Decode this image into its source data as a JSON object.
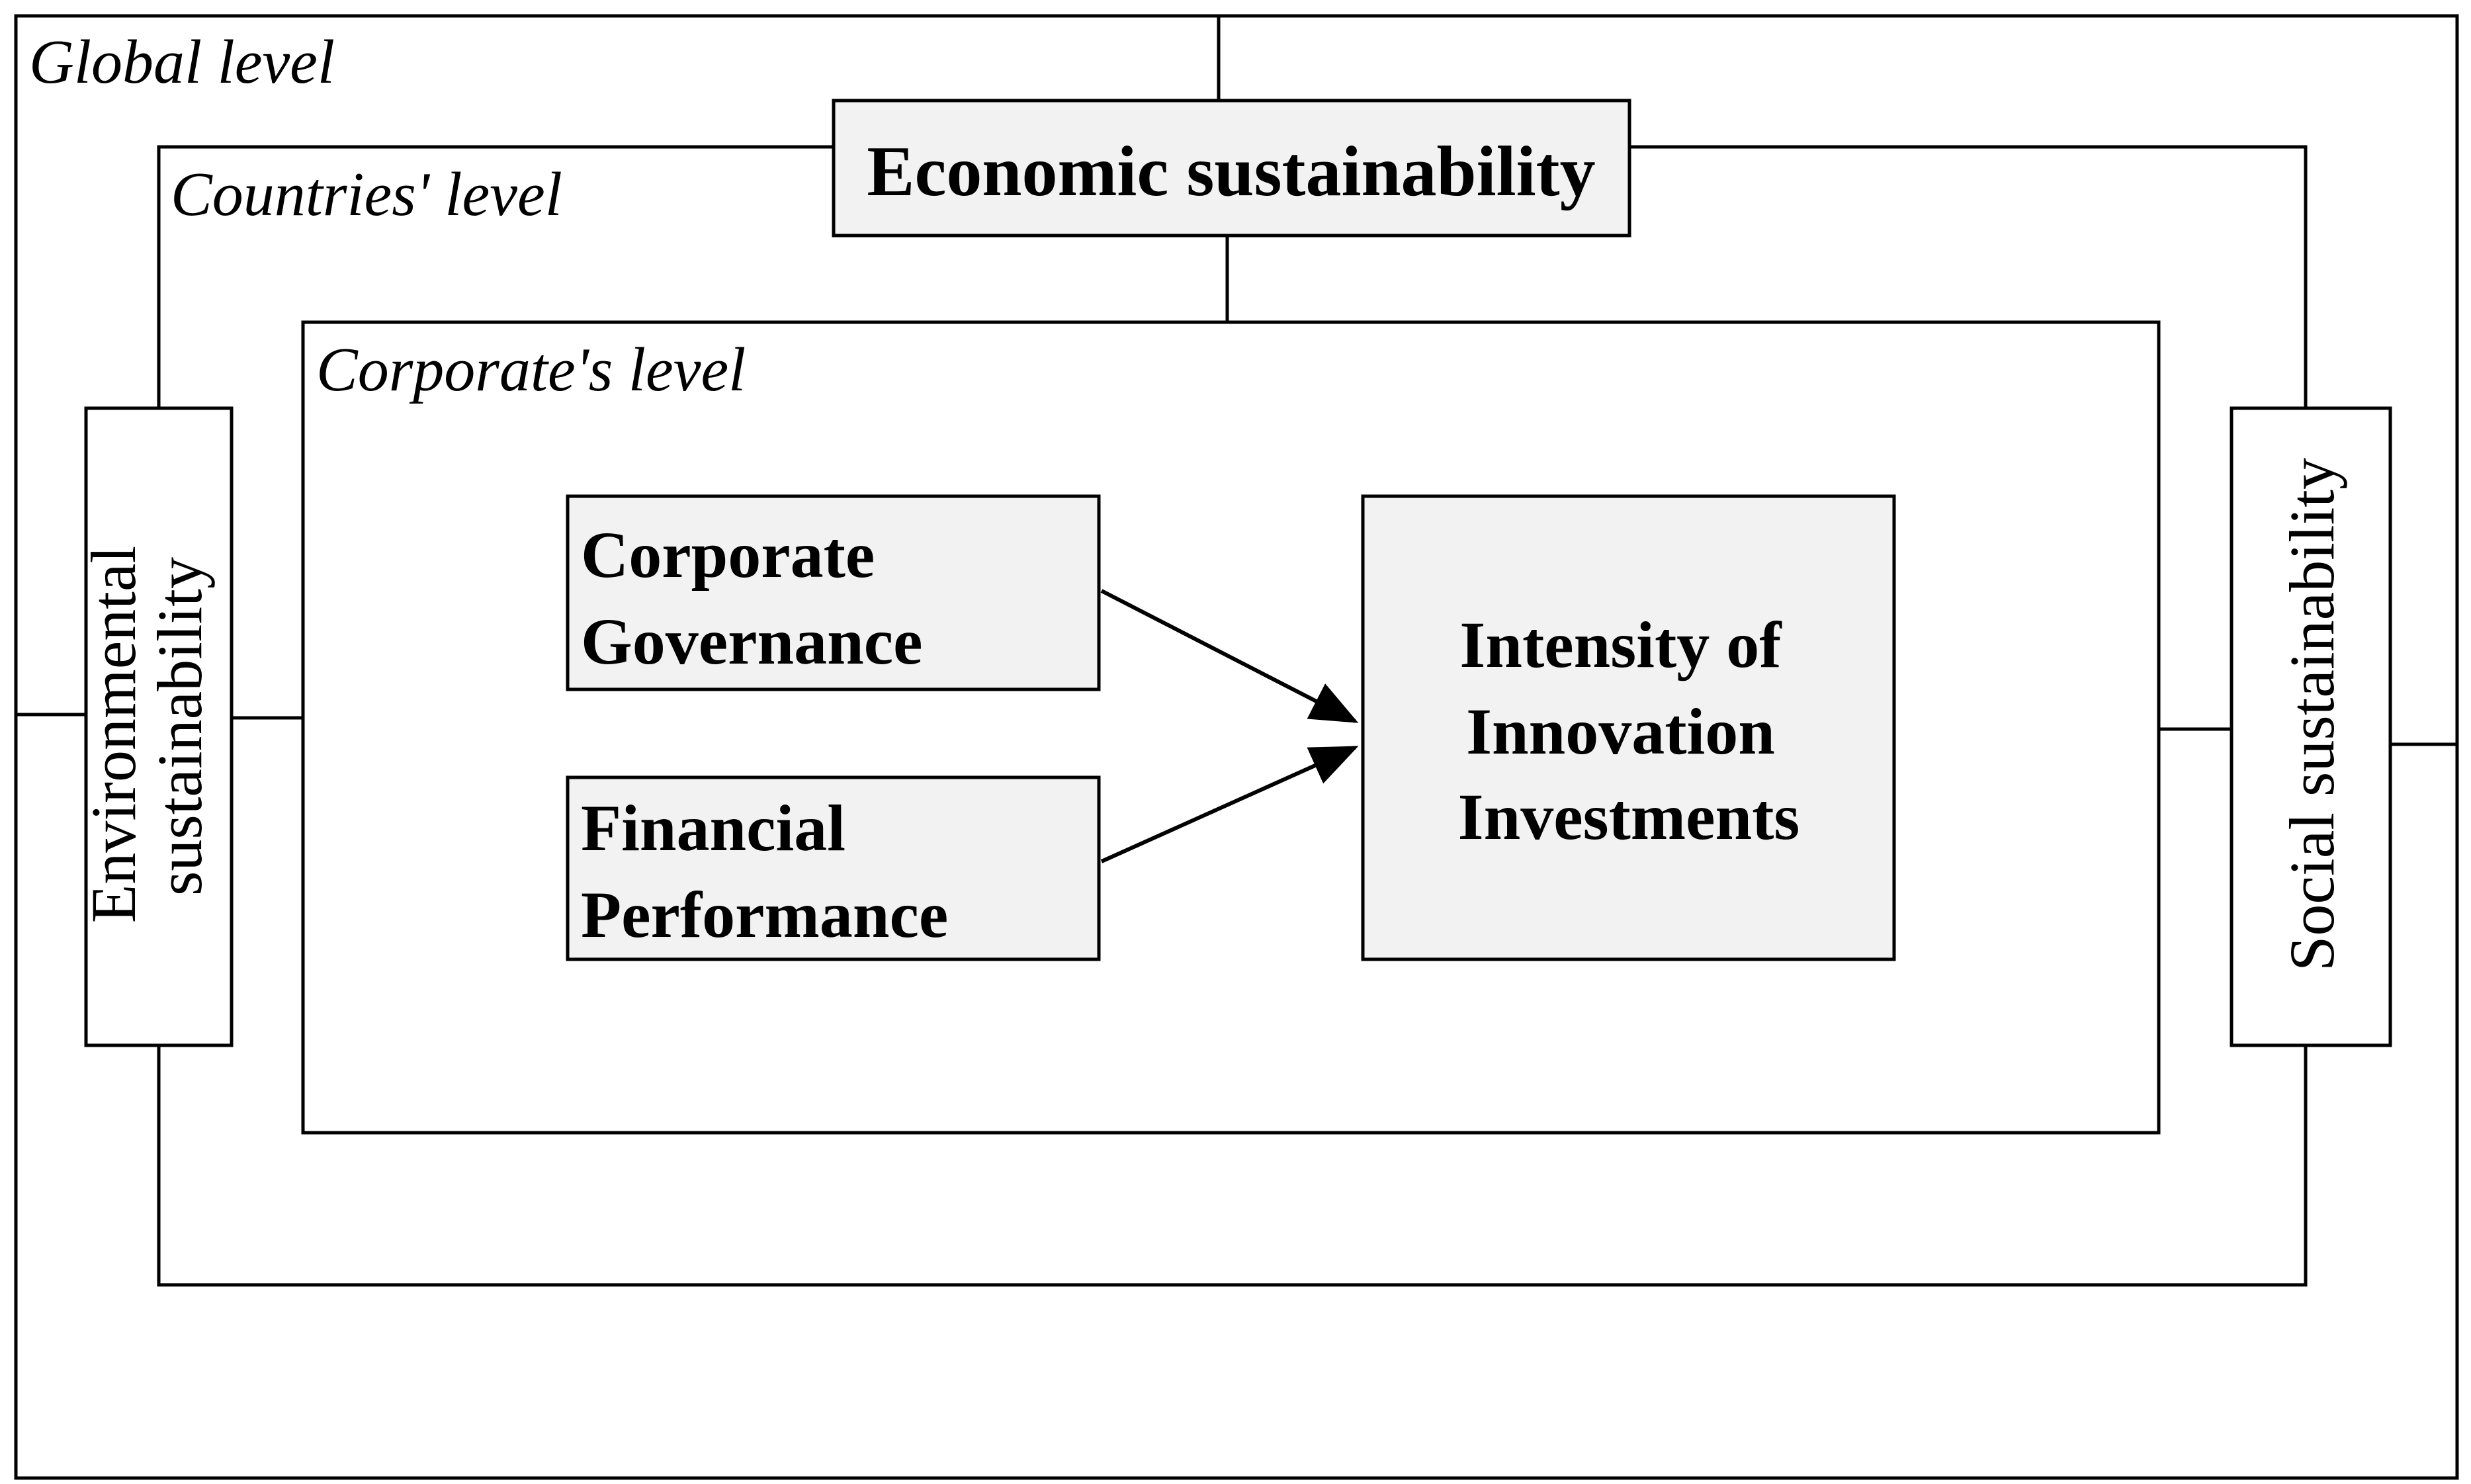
{
  "levels": {
    "global": "Global level",
    "countries": "Countries' level",
    "corporate": "Corporate's level"
  },
  "pillars": {
    "economic": "Economic sustainability",
    "environmental_line1": "Environmental",
    "environmental_line2": "sustainability",
    "social": "Social sustainability"
  },
  "nodes": {
    "corporate_governance": [
      "Corporate",
      "Governance"
    ],
    "financial_performance": [
      "Financial",
      "Performance"
    ],
    "innovation": [
      "Intensity of",
      "Innovation",
      "Investments"
    ]
  },
  "colors": {
    "box_fill": "#f2f2f2",
    "stroke": "#000000"
  }
}
